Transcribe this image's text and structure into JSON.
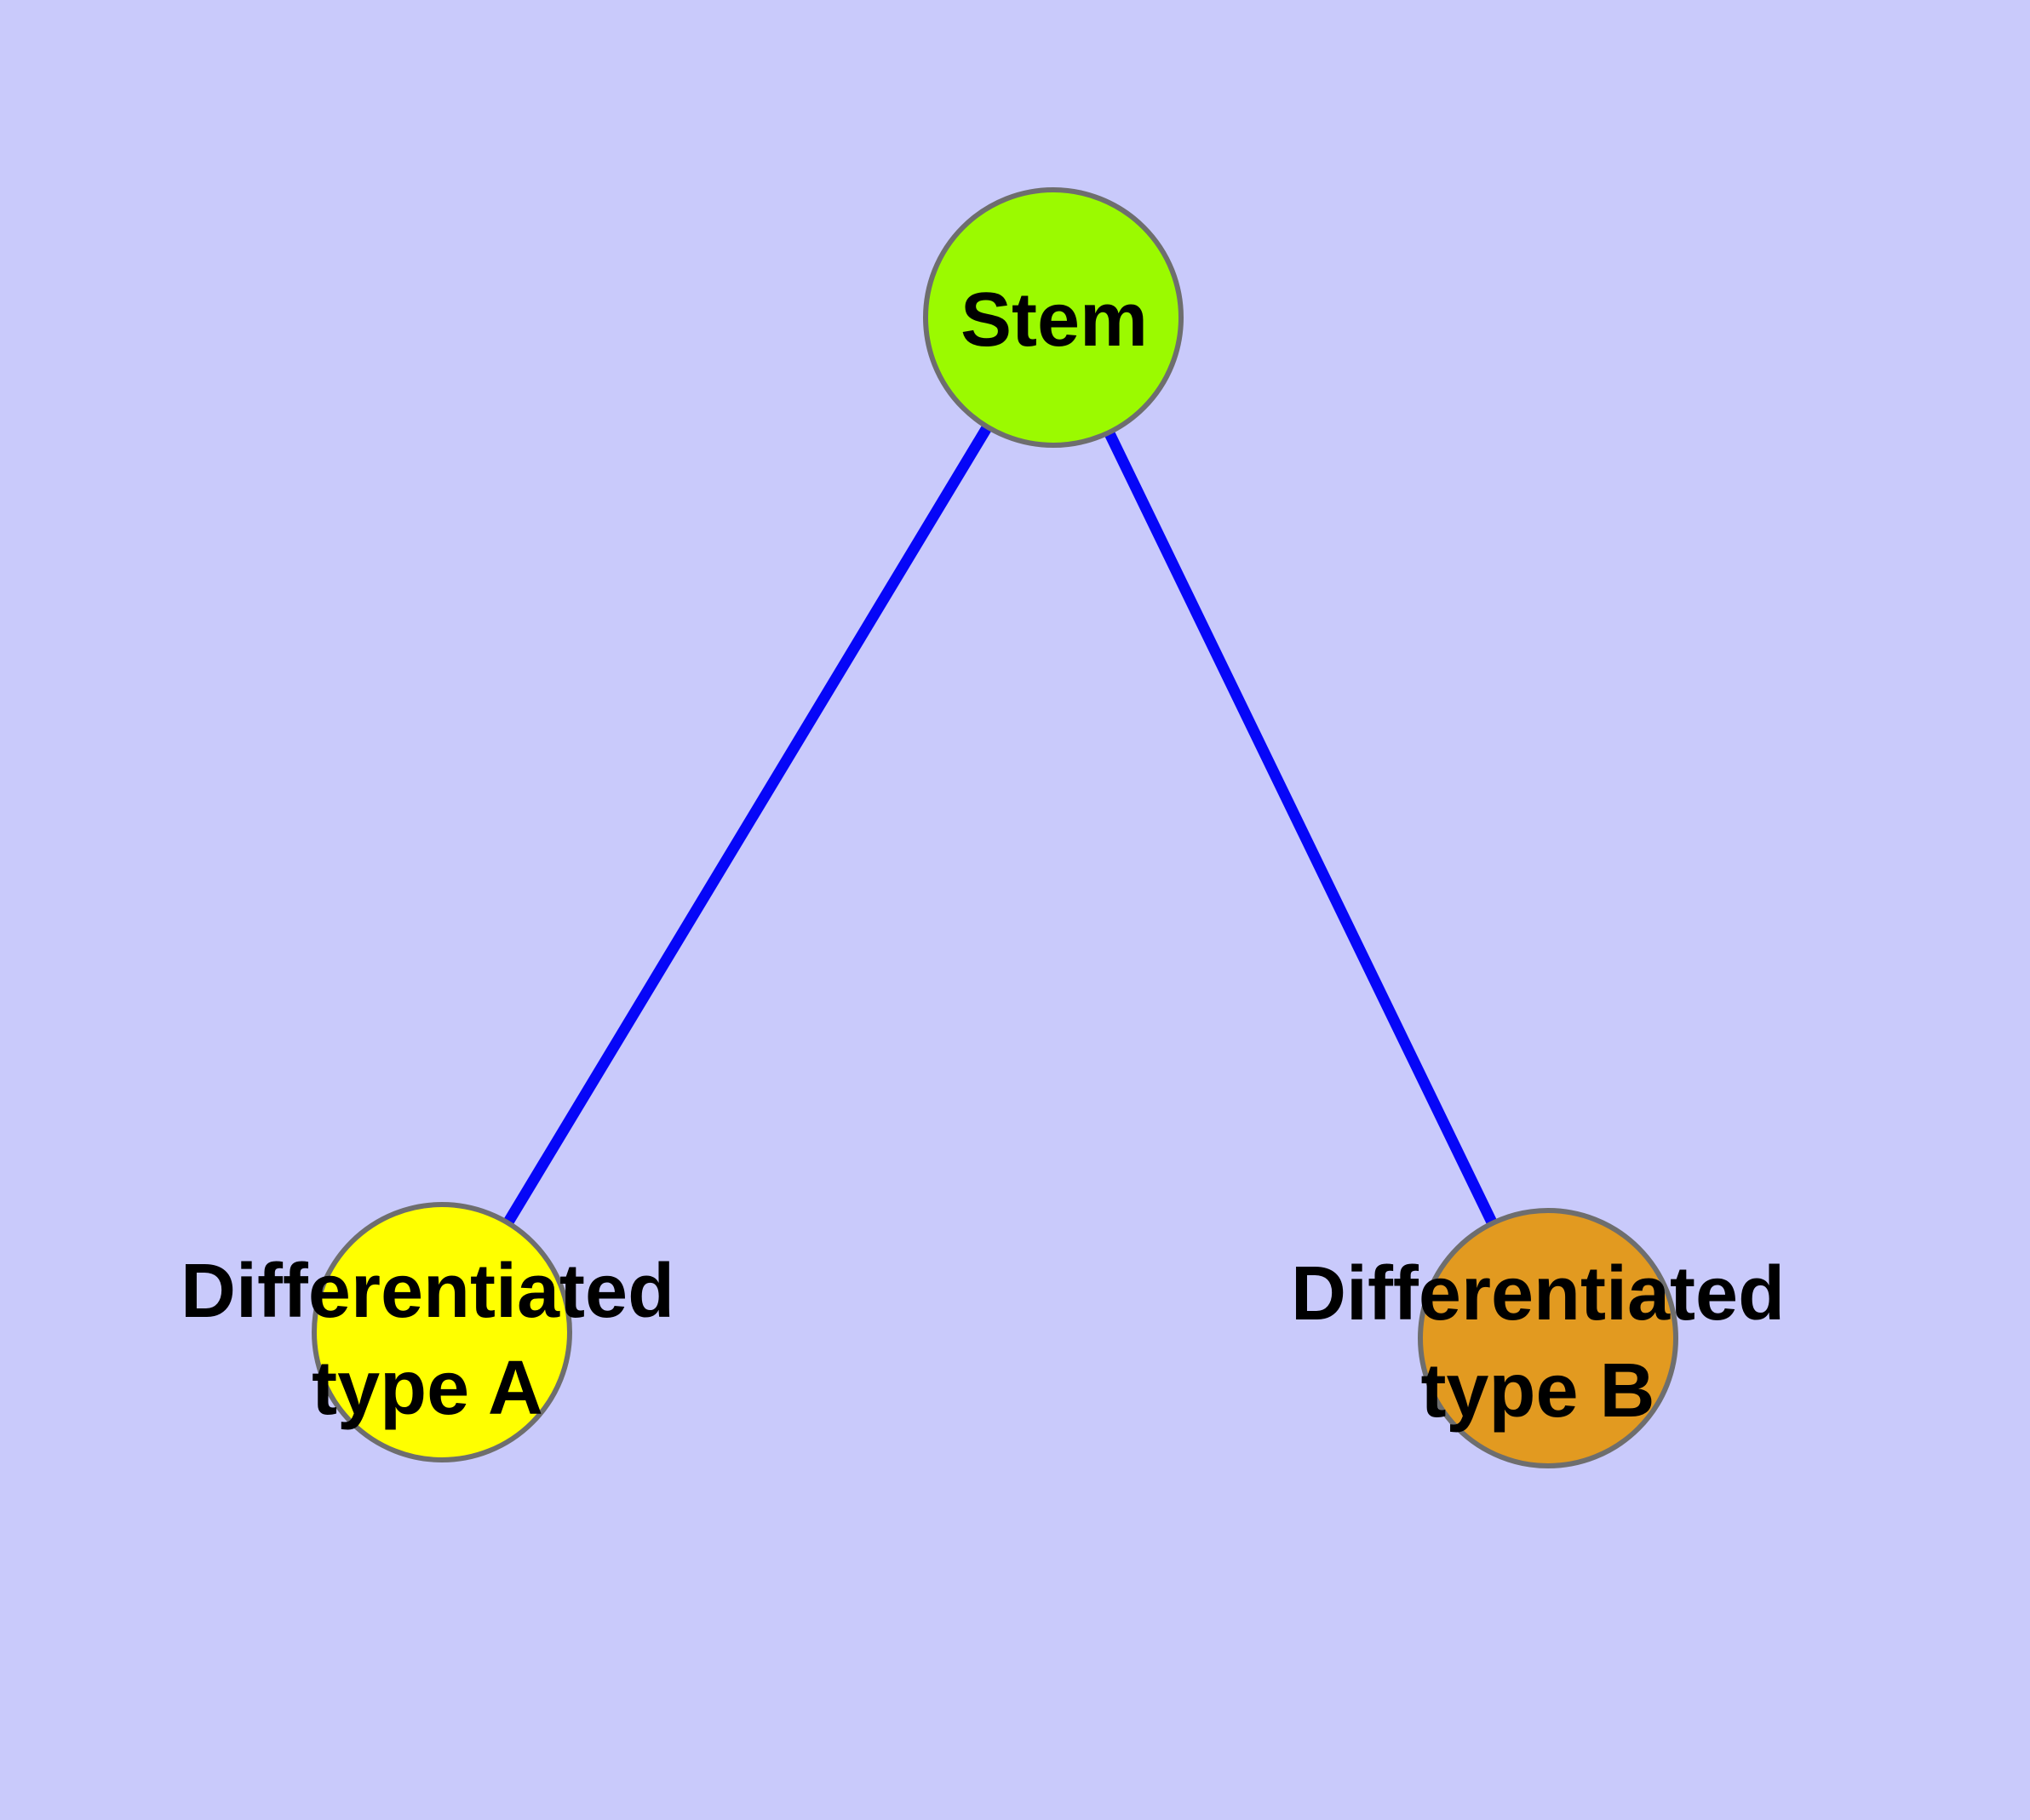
{
  "colors": {
    "background": "#C9CAFB",
    "edge": "#0606F8",
    "node_border": "#6E6E6E",
    "label_text": "#000000"
  },
  "nodes": {
    "stem": {
      "label": "Stem",
      "fill": "#9BFA00"
    },
    "type_a": {
      "label_line1": "Differentiated",
      "label_line2": "type A",
      "fill": "#FFFF00"
    },
    "type_b": {
      "label_line1": "Differentiated",
      "label_line2": "type B",
      "fill": "#E29A20"
    }
  },
  "edges": [
    {
      "from": "Stem",
      "to": "Differentiated type A"
    },
    {
      "from": "Stem",
      "to": "Differentiated type B"
    }
  ]
}
